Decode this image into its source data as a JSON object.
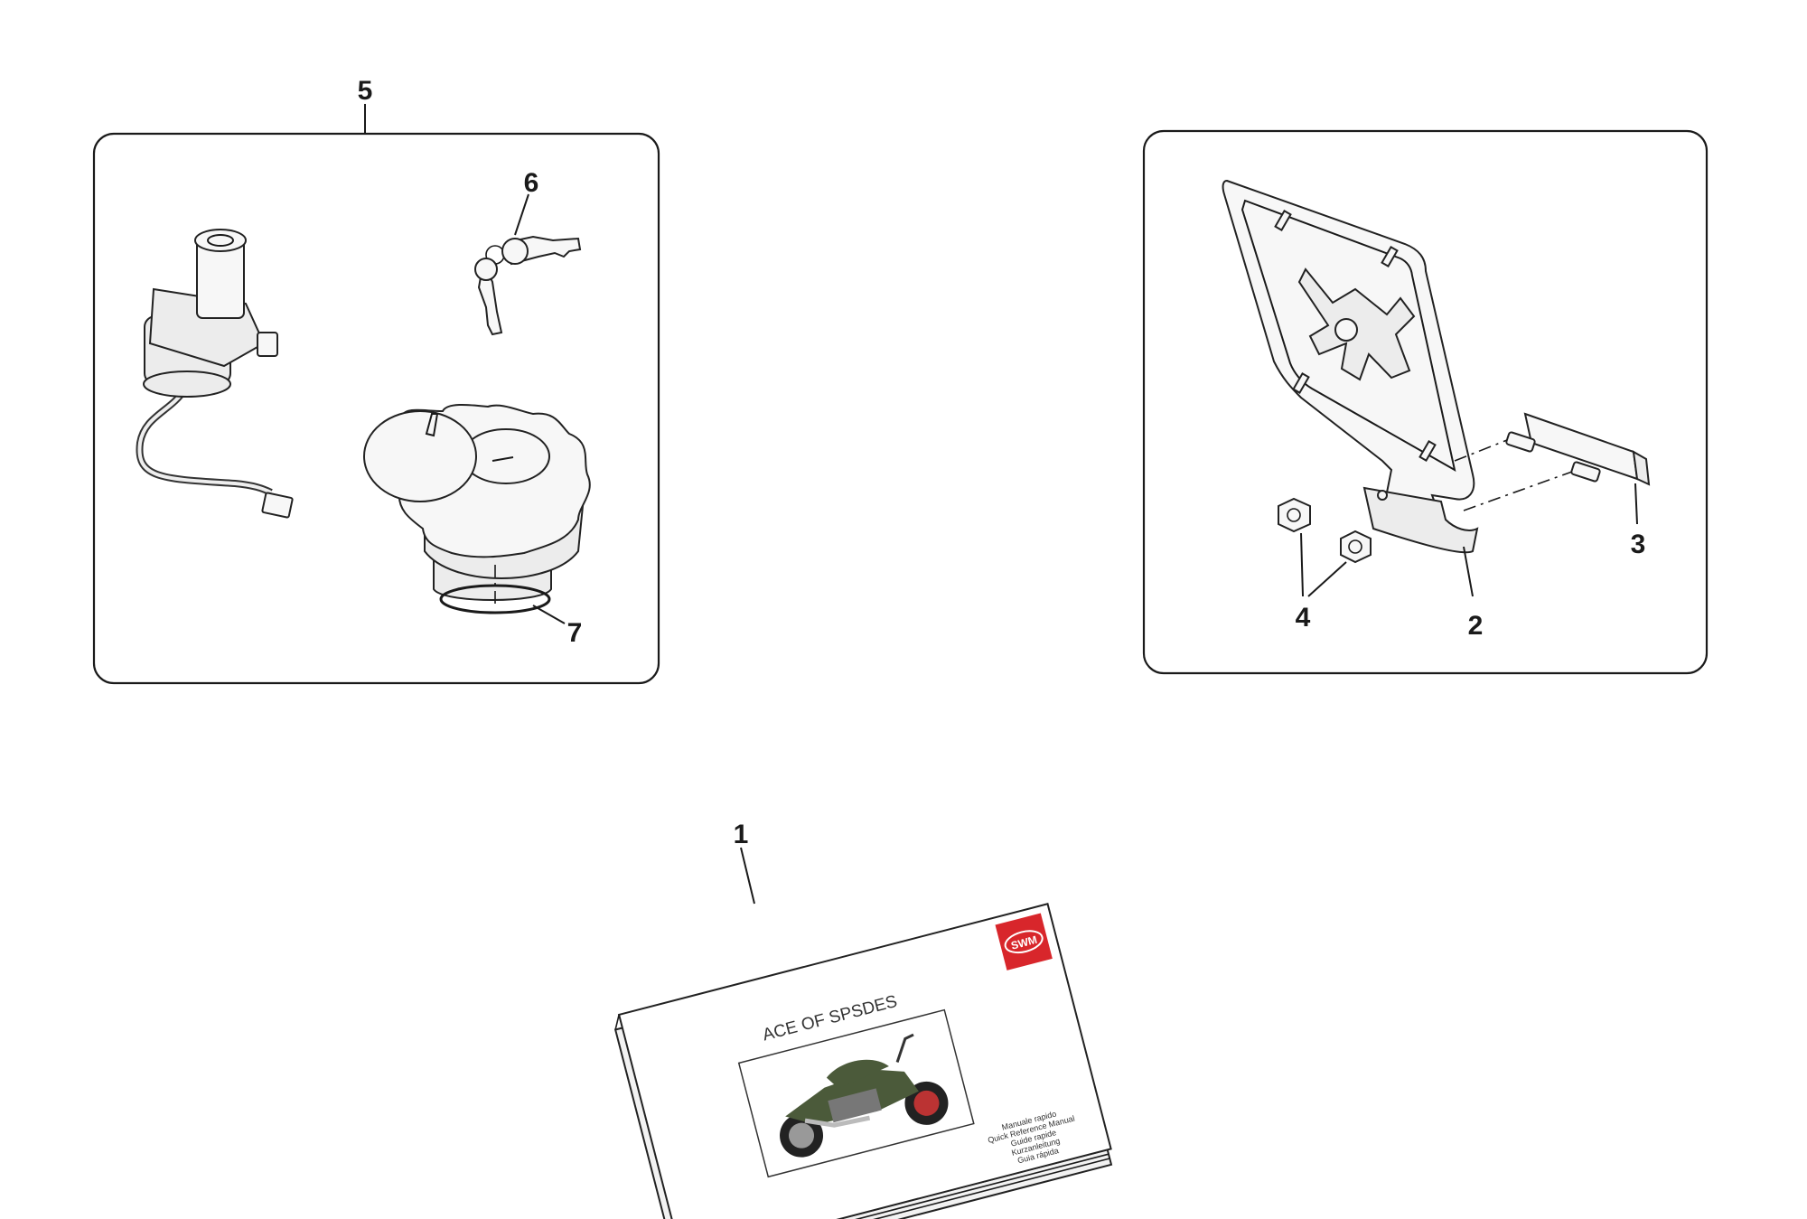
{
  "callouts": {
    "c1": "1",
    "c2": "2",
    "c3": "3",
    "c4": "4",
    "c5": "5",
    "c6": "6",
    "c7": "7"
  },
  "manual": {
    "logo_text": "SWM",
    "title": "ACE OF SPSDES",
    "subtitles": [
      "Manuale rapido",
      "Quick Reference Manual",
      "Guide rapide",
      "Kurzanleitung",
      "Guia rápida"
    ]
  },
  "colors": {
    "logo_red": "#d8262b",
    "bike_green": "#4b5a3a"
  }
}
